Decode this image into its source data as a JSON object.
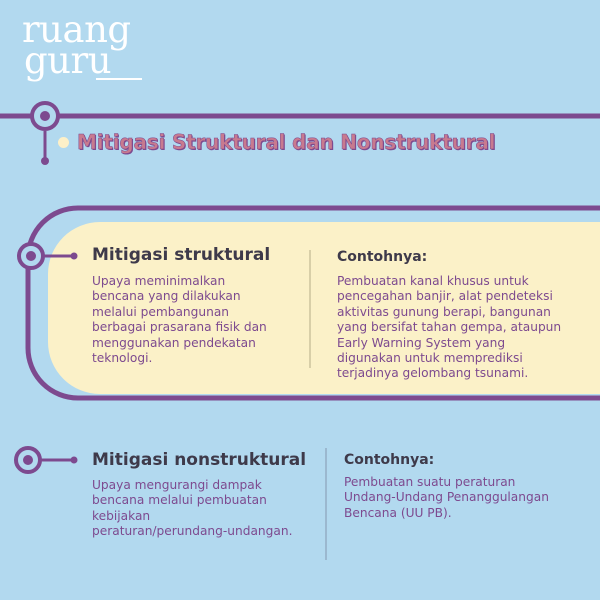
{
  "logo": {
    "line1": "ruang",
    "line2": "guru"
  },
  "title": "Mitigasi Struktural dan Nonstruktural",
  "colors": {
    "background": "#b2d9ef",
    "purple": "#7d4a8f",
    "cream": "#fbf1c8",
    "title_pink": "#c87a8f",
    "heading_dark": "#3e3a4a"
  },
  "structural": {
    "heading": "Mitigasi struktural",
    "description": [
      "Upaya meminimalkan",
      "bencana yang dilakukan",
      "melalui pembangunan",
      "berbagai prasarana fisik dan",
      "menggunakan pendekatan",
      "teknologi."
    ],
    "example_heading": "Contohnya:",
    "example": [
      "Pembuatan kanal khusus untuk",
      "pencegahan banjir, alat pendeteksi",
      "aktivitas gunung berapi, bangunan",
      "yang bersifat tahan gempa, ataupun",
      "Early Warning System yang",
      "digunakan untuk memprediksi",
      "terjadinya gelombang tsunami."
    ]
  },
  "nonstructural": {
    "heading": "Mitigasi nonstruktural",
    "description": [
      "Upaya mengurangi dampak",
      "bencana melalui pembuatan",
      "kebijakan",
      "peraturan/perundang-undangan."
    ],
    "example_heading": "Contohnya:",
    "example": [
      "Pembuatan suatu peraturan",
      "Undang-Undang Penanggulangan",
      "Bencana (UU PB)."
    ]
  }
}
